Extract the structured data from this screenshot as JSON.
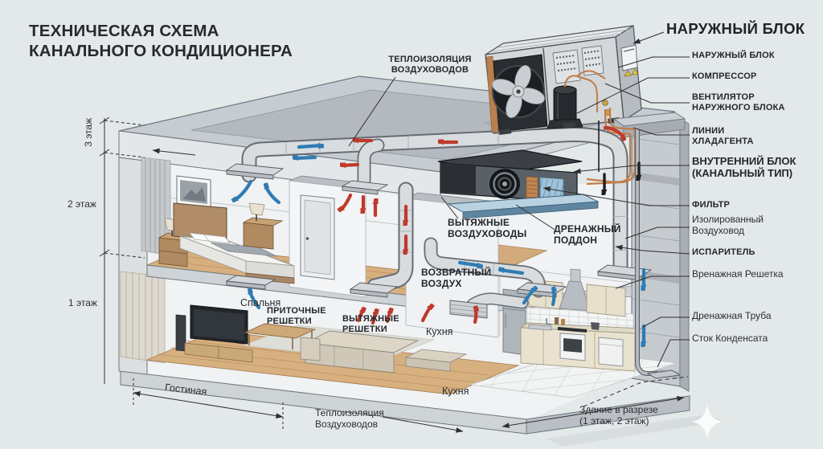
{
  "title": "ТЕХНИЧЕСКАЯ СХЕМА\nКАНАЛЬНОГО КОНДИЦИОНЕРА",
  "floors": {
    "floor3": "3 этаж",
    "floor2": "2 этаж",
    "floor1": "1 этаж"
  },
  "callouts": {
    "duct_insulation_top": "ТЕПЛОИЗОЛЯЦИЯ\nВОЗДУХОВОДОВ",
    "exhaust_ducts": "ВЫТЯЖНЫЕ\nВОЗДУХОВОДЫ",
    "drain_pan": "ДРЕНАЖНЫЙ\nПОДДОН",
    "bedroom": "Спальня",
    "supply_grilles": "ПРИТОЧНЫЕ\nРЕШЕТКИ",
    "exhaust_grilles": "ВЫТЯЖНЫЕ\nРЕШЕТКИ",
    "return_air": "ВОЗВРАТНЫЙ\nВОЗДУХ",
    "kitchen_return": "Кухня",
    "living_room_dim": "Гостиная",
    "kitchen_floor": "Кухня",
    "duct_insulation_bottom": "Теплоизоляция\nВоздуховодов",
    "building_section": "Здание в разрезе\n(1 этаж, 2 этаж)"
  },
  "right_panel": {
    "header": "НАРУЖНЫЙ БЛОК",
    "items": [
      "НАРУЖНЫЙ БЛОК",
      "КОМПРЕССОР",
      "ВЕНТИЛЯТОР\nНАРУЖНОГО БЛОКА",
      "ЛИНИИ\nХЛАДАГЕНТА",
      "ВНУТРЕННИЙ БЛОК\n(КАНАЛЬНЫЙ ТИП)",
      "ФИЛЬТР",
      "Изолированный\nВоздуховод",
      "ИСПАРИТЕЛЬ",
      "Вренажная Решетка",
      "Дренажная Труба",
      "Сток Конденсата"
    ]
  },
  "colors": {
    "background": "#e3e8e9",
    "supply_arrow": "#2e7cb5",
    "exhaust_arrow": "#c0392b",
    "copper_pipe": "#c07c49",
    "duct": "#d8dcdf",
    "indoor_unit": "#34383e",
    "drain_pan_fill": "#b9d2e2"
  },
  "icons": {
    "watermark": {
      "name": "sparkle-icon",
      "glyph": "✦"
    }
  }
}
